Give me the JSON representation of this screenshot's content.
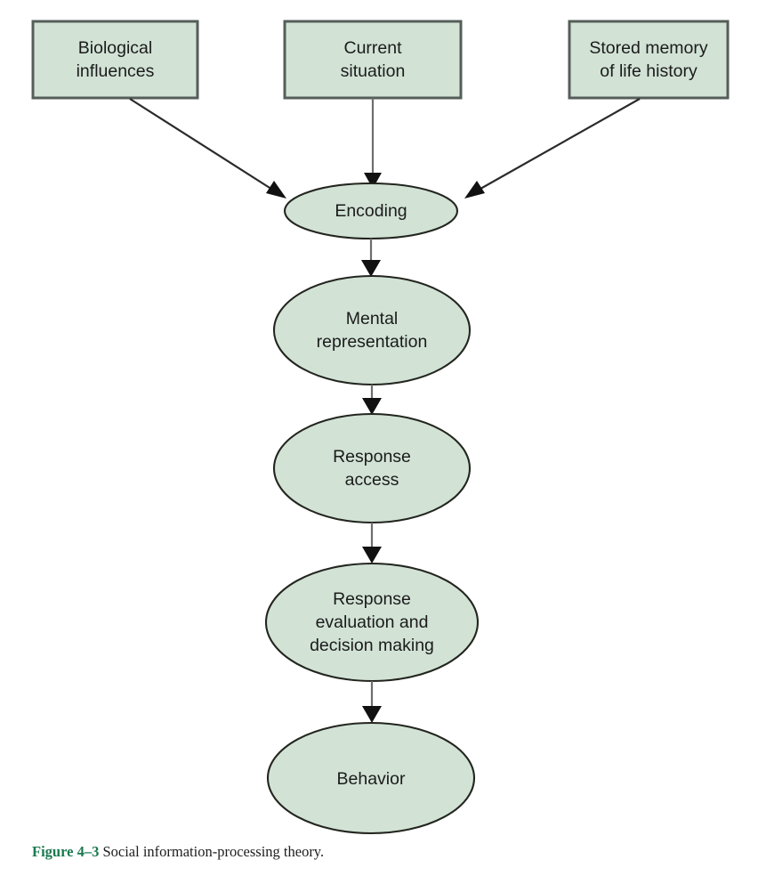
{
  "figure": {
    "caption_number": "Figure 4–3",
    "caption_text": " Social information-processing theory.",
    "colors": {
      "shape_fill": "#d2e3d6",
      "box_stroke": "#555e59",
      "ellipse_stroke": "#23251f",
      "arrow_fill": "#111111",
      "connector_gray": "#6e6e6e",
      "caption_accent": "#1a7a4f",
      "background": "#ffffff"
    }
  },
  "diagram": {
    "type": "flowchart",
    "inputs": [
      {
        "id": "biological",
        "line1": "Biological",
        "line2": "influences"
      },
      {
        "id": "current",
        "line1": "Current",
        "line2": "situation"
      },
      {
        "id": "stored",
        "line1": "Stored memory",
        "line2": "of life history"
      }
    ],
    "stages": [
      {
        "id": "encoding",
        "line1": "Encoding",
        "line2": "",
        "line3": ""
      },
      {
        "id": "mental",
        "line1": "Mental",
        "line2": "representation",
        "line3": ""
      },
      {
        "id": "access",
        "line1": "Response",
        "line2": "access",
        "line3": ""
      },
      {
        "id": "evaluation",
        "line1": "Response",
        "line2": "evaluation and",
        "line3": "decision making"
      },
      {
        "id": "behavior",
        "line1": "Behavior",
        "line2": "",
        "line3": ""
      }
    ],
    "edges": [
      {
        "from": "biological",
        "to": "encoding",
        "style": "diagonal-arrow"
      },
      {
        "from": "current",
        "to": "encoding",
        "style": "vertical-arrow"
      },
      {
        "from": "stored",
        "to": "encoding",
        "style": "diagonal-arrow"
      },
      {
        "from": "encoding",
        "to": "mental",
        "style": "vertical-arrow"
      },
      {
        "from": "mental",
        "to": "access",
        "style": "vertical-arrow"
      },
      {
        "from": "access",
        "to": "evaluation",
        "style": "vertical-arrow"
      },
      {
        "from": "evaluation",
        "to": "behavior",
        "style": "vertical-arrow"
      }
    ]
  }
}
